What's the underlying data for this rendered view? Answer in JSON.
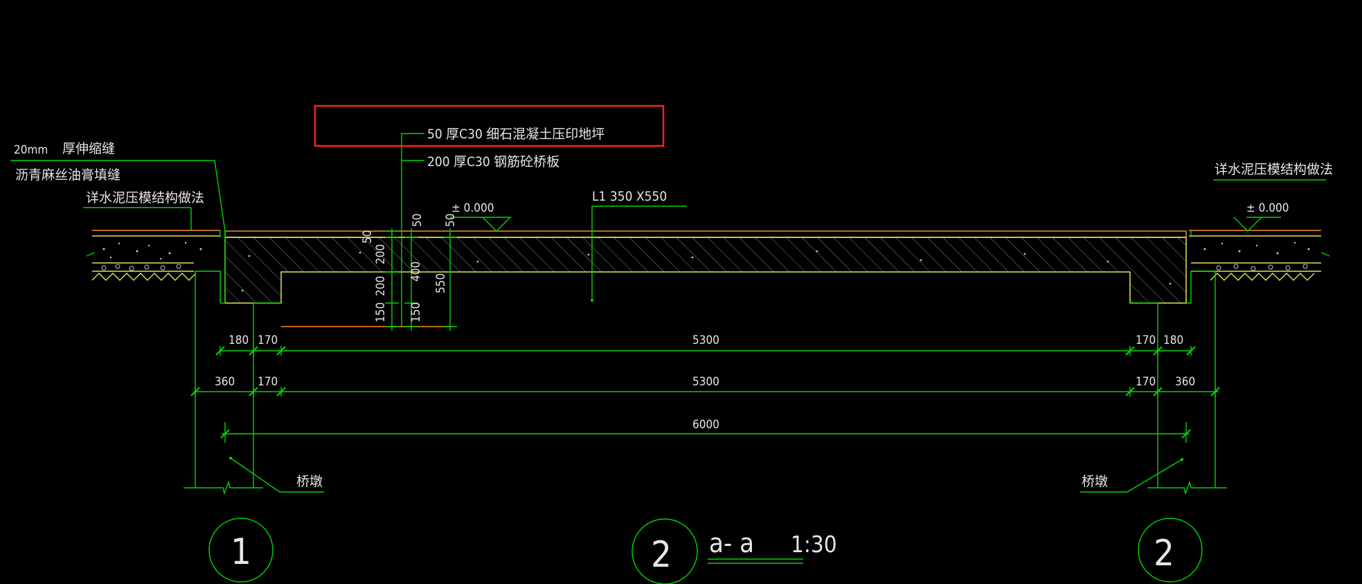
{
  "labels": {
    "layer_top": "50 厚C30 细石混凝土压印地坪",
    "layer_slab": "200 厚C30 钢筋砼桥板",
    "joint_width": "20mm",
    "joint_name": "厚伸缩缝",
    "joint_fill": "沥青麻丝油膏填缝",
    "detail_ref_left": "详水泥压模结构做法",
    "detail_ref_right": "详水泥压模结构做法",
    "elevation_left": "± 0.000",
    "elevation_right": "± 0.000",
    "beam_mark": "L1  350 X550",
    "pier_left": "桥墩",
    "pier_right": "桥墩"
  },
  "dimensions": {
    "vertical_a": [
      "50",
      "200",
      "200",
      "150"
    ],
    "vertical_b": [
      "50",
      "400",
      "150"
    ],
    "vertical_c": [
      "50",
      "550"
    ],
    "row1": [
      "180",
      "170",
      "5300",
      "170",
      "180"
    ],
    "row2": [
      "360",
      "170",
      "5300",
      "170",
      "360"
    ],
    "row3": [
      "6000"
    ]
  },
  "axes": [
    "1",
    "2",
    "2"
  ],
  "section_title": {
    "name": "a- a",
    "scale": "1:30"
  },
  "highlight": {
    "color": "#ff2020",
    "target": "layer_top"
  },
  "colors": {
    "background": "#000000",
    "line": "#00d800",
    "surface": "#ff8a2a",
    "concrete": "#e6e25a",
    "text": "#e6e6e6"
  }
}
